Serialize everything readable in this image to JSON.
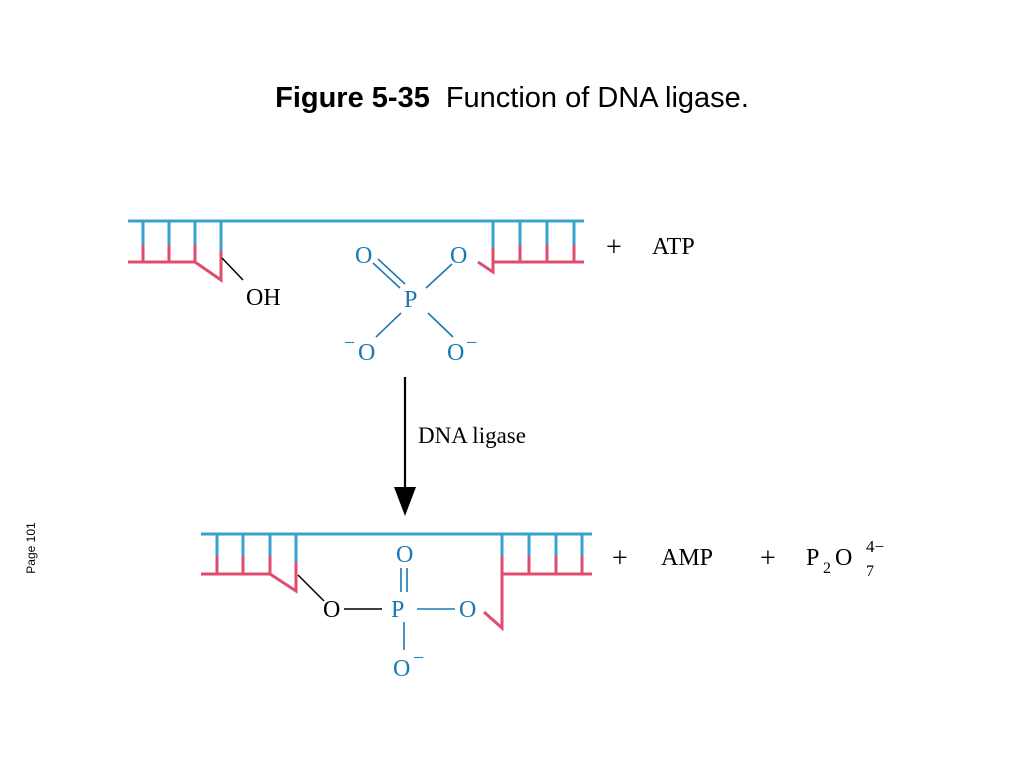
{
  "title": {
    "figure_number": "Figure 5-35",
    "caption": "Function of DNA ligase."
  },
  "page_label": "Page 101",
  "top_reaction": {
    "hydroxyl": "OH",
    "phosphate_atoms": {
      "double_bond_O": "O",
      "ester_O": "O",
      "center": "P",
      "left_minus_O": "O",
      "right_minus_O": "O",
      "minus": "−"
    },
    "plus": "+",
    "cofactor": "ATP"
  },
  "enzyme_label": "DNA ligase",
  "bottom_reaction": {
    "phosphodiester": {
      "top_O": "O",
      "left_O": "O",
      "center": "P",
      "right_O": "O",
      "bottom_O": "O",
      "minus": "−"
    },
    "plus_1": "+",
    "product_1": "AMP",
    "plus_2": "+",
    "product_2": {
      "p": "P",
      "p_sub": "2",
      "o": "O",
      "o_sub": "7",
      "charge": "4−"
    }
  },
  "colors": {
    "top_strand": "#3aa0cf",
    "bottom_strand": "#de4d6e",
    "phosphate": "#1b78b3",
    "text": "#000000"
  }
}
